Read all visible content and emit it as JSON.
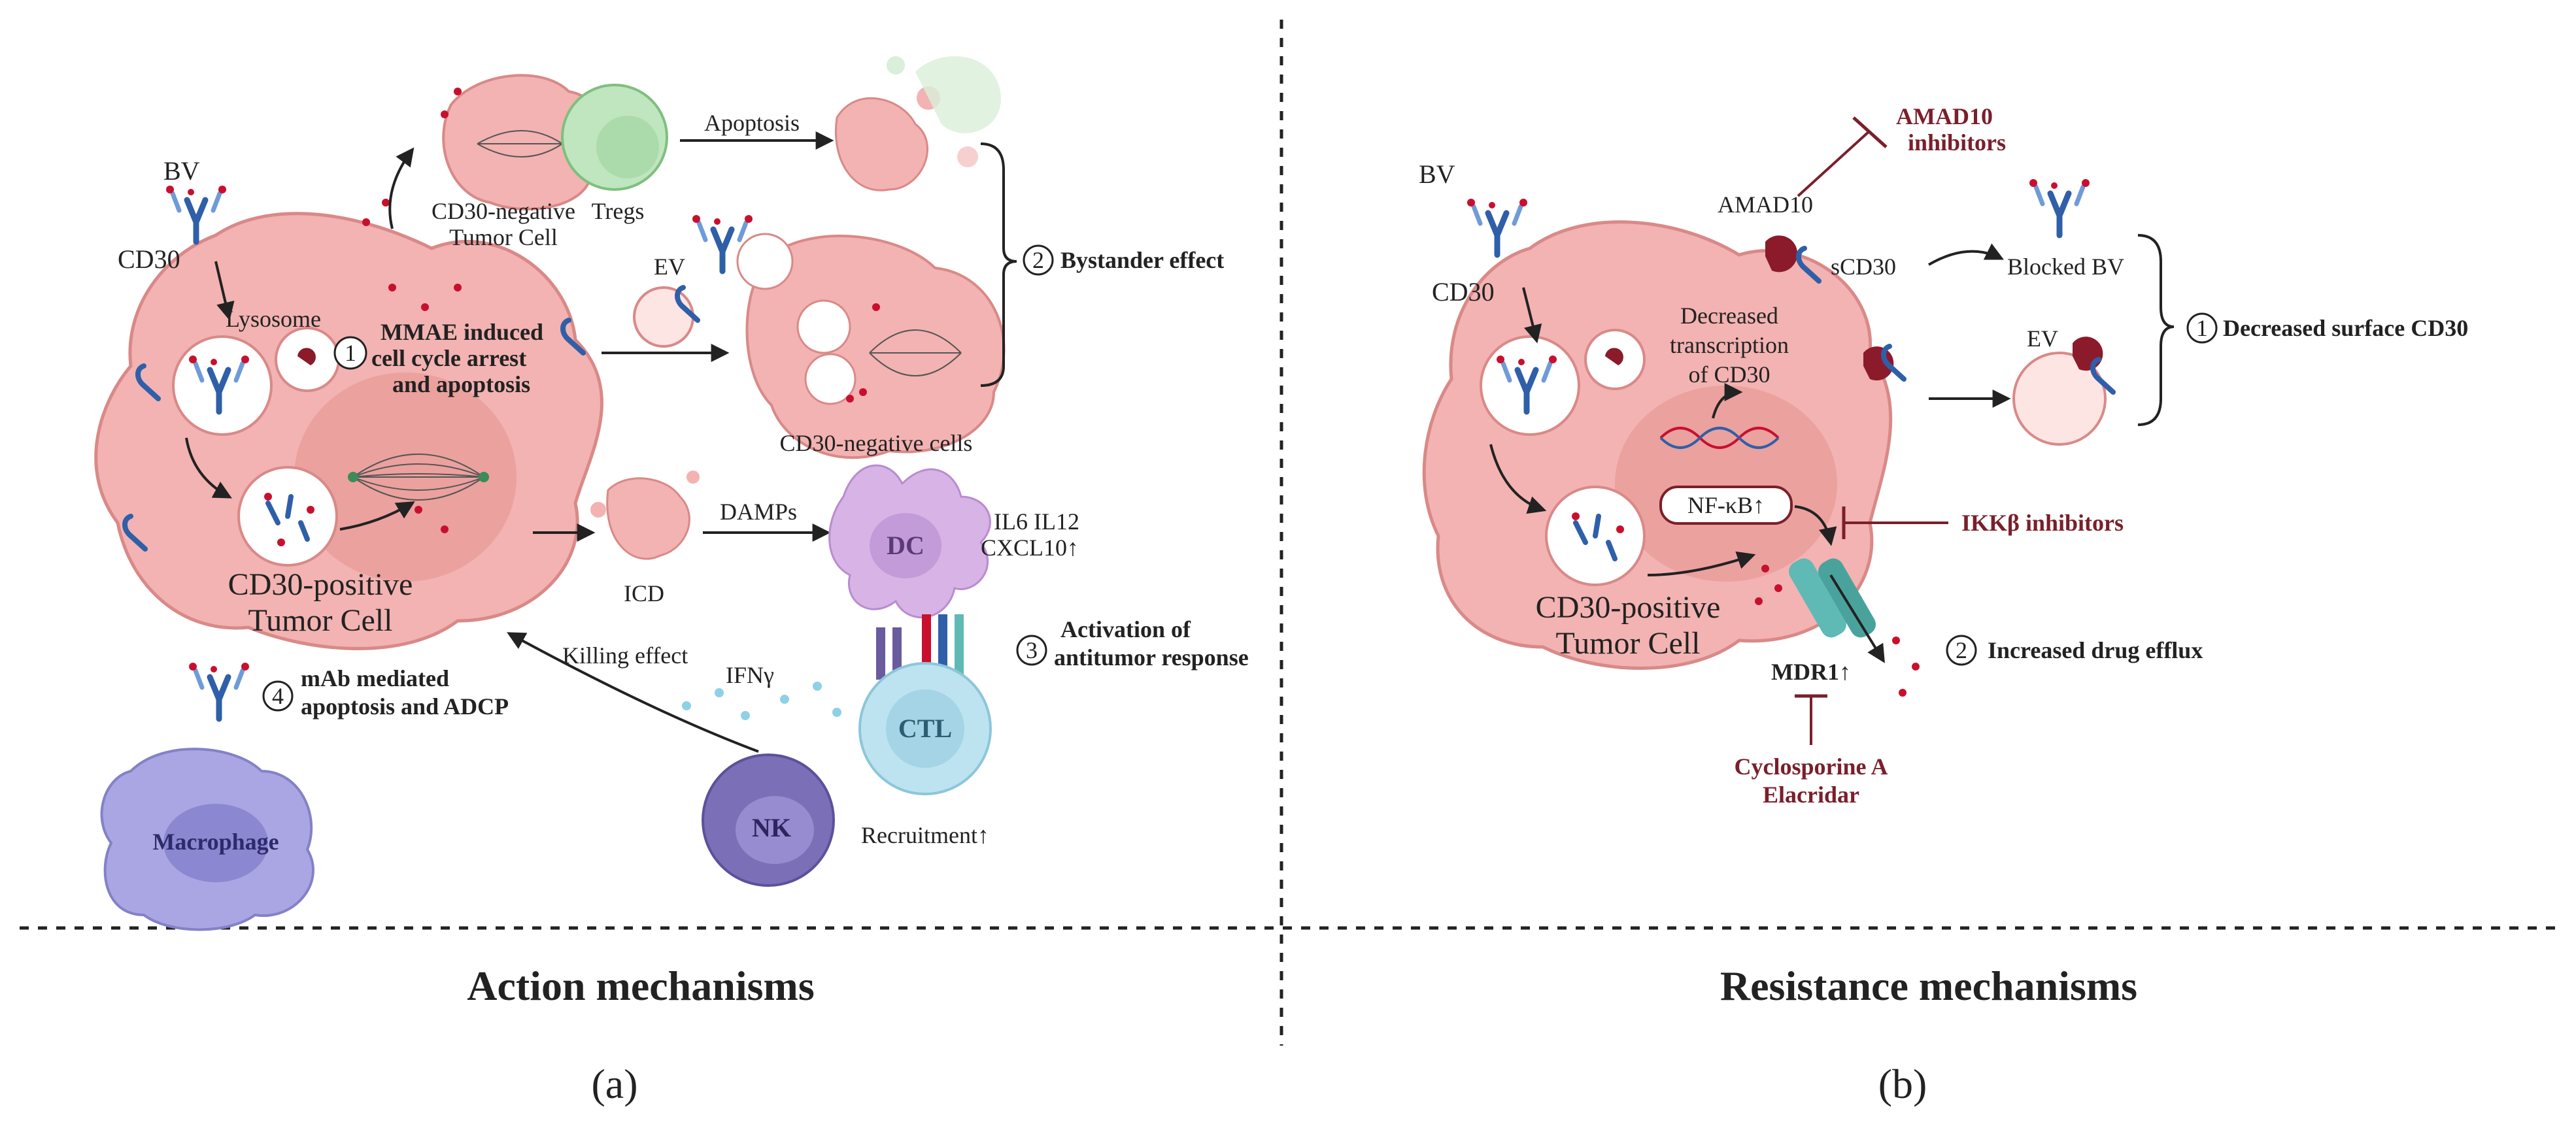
{
  "colors": {
    "tumor_cell": "#f2b3b2",
    "tumor_cell_edge": "#d98987",
    "nucleus": "#e89a96",
    "antibody": "#2f5fa8",
    "drug": "#c8102e",
    "inhibitor": "#7a1f2b",
    "macrophage": "#a9a6e3",
    "nk": "#7b6fb8",
    "ctl": "#bde3f0",
    "dc": "#d7b3e6",
    "treg": "#bfe6bf",
    "mdr1": "#5fb9b4"
  },
  "panel_a": {
    "bv": "BV",
    "cd30": "CD30",
    "lysosome": "Lysosome",
    "step1_num": "1",
    "step1_line1": "MMAE induced",
    "step1_line2": "cell cycle arrest",
    "step1_line3": "and apoptosis",
    "cd30_neg_tumor_line1": "CD30-negative",
    "cd30_neg_tumor_line2": "Tumor Cell",
    "tregs": "Tregs",
    "apoptosis": "Apoptosis",
    "ev": "EV",
    "step2_num": "2",
    "step2": "Bystander effect",
    "cd30_neg_cells": "CD30-negative cells",
    "cd30_pos_line1": "CD30-positive",
    "cd30_pos_line2": "Tumor Cell",
    "icd": "ICD",
    "damps": "DAMPs",
    "dc": "DC",
    "cytokines_line1": "IL6 IL12",
    "cytokines_line2": "CXCL10↑",
    "step3_num": "3",
    "step3_line1": "Activation of",
    "step3_line2": "antitumor response",
    "killing_effect": "Killing effect",
    "ifng": "IFNγ",
    "step4_num": "4",
    "step4_line1": "mAb mediated",
    "step4_line2": "apoptosis and ADCP",
    "ctl": "CTL",
    "nk": "NK",
    "macrophage": "Macrophage",
    "recruitment": "Recruitment↑",
    "title": "Action mechanisms",
    "panel_label": "(a)"
  },
  "panel_b": {
    "bv": "BV",
    "cd30": "CD30",
    "amad10_inhib_line1": "AMAD10",
    "amad10_inhib_line2": "inhibitors",
    "amad10": "AMAD10",
    "scd30": "sCD30",
    "blocked_bv": "Blocked BV",
    "decreased_line1": "Decreased",
    "decreased_line2": "transcription",
    "decreased_line3": "of CD30",
    "ev": "EV",
    "step1_num": "1",
    "step1": "Decreased surface CD30",
    "nfkb": "NF-κB↑",
    "ikkb_inhib": "IKKβ  inhibitors",
    "cd30_pos_line1": "CD30-positive",
    "cd30_pos_line2": "Tumor Cell",
    "mdr1": "MDR1↑",
    "step2_num": "2",
    "step2": "Increased drug efflux",
    "cyclo_line1": "Cyclosporine A",
    "cyclo_line2": "Elacridar",
    "title": "Resistance mechanisms",
    "panel_label": "(b)"
  }
}
